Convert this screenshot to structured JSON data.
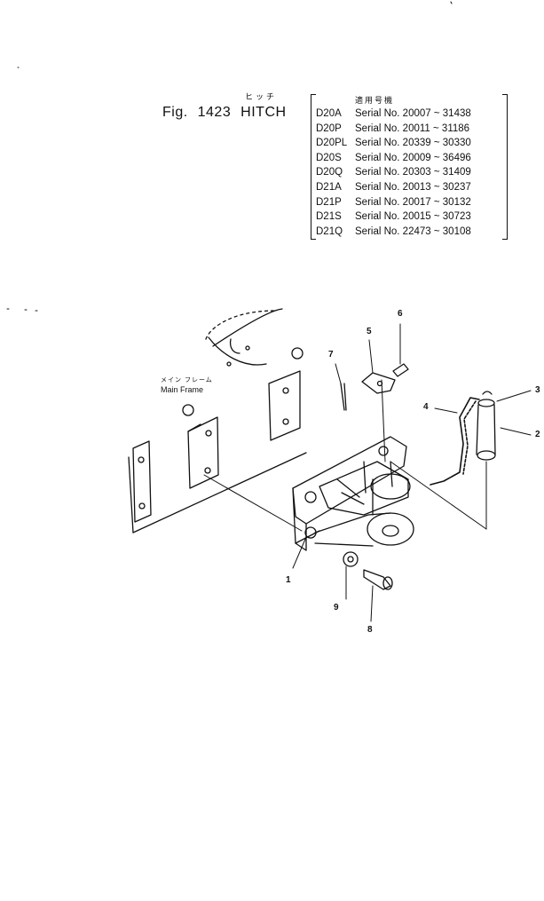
{
  "figure": {
    "fig_label": "Fig.",
    "fig_number": "1423",
    "title": "HITCH",
    "title_kana": "ヒッチ"
  },
  "serial_table": {
    "header": "適用号機",
    "rows": [
      {
        "model": "D20A",
        "serial": "Serial No. 20007 ~ 31438"
      },
      {
        "model": "D20P",
        "serial": "Serial No. 20011 ~ 31186"
      },
      {
        "model": "D20PL",
        "serial": "Serial No. 20339 ~ 30330"
      },
      {
        "model": "D20S",
        "serial": "Serial No. 20009 ~ 36496"
      },
      {
        "model": "D20Q",
        "serial": "Serial No. 20303 ~ 31409"
      },
      {
        "model": "D21A",
        "serial": "Serial No. 20013 ~ 30237"
      },
      {
        "model": "D21P",
        "serial": "Serial No. 20017 ~ 30132"
      },
      {
        "model": "D21S",
        "serial": "Serial No. 20015 ~ 30723"
      },
      {
        "model": "D21Q",
        "serial": "Serial No. 22473 ~ 30108"
      }
    ]
  },
  "diagram": {
    "frame_label_kana": "メイン フレーム",
    "frame_label": "Main Frame",
    "callouts": [
      "1",
      "2",
      "3",
      "4",
      "5",
      "6",
      "7",
      "8",
      "9"
    ]
  }
}
